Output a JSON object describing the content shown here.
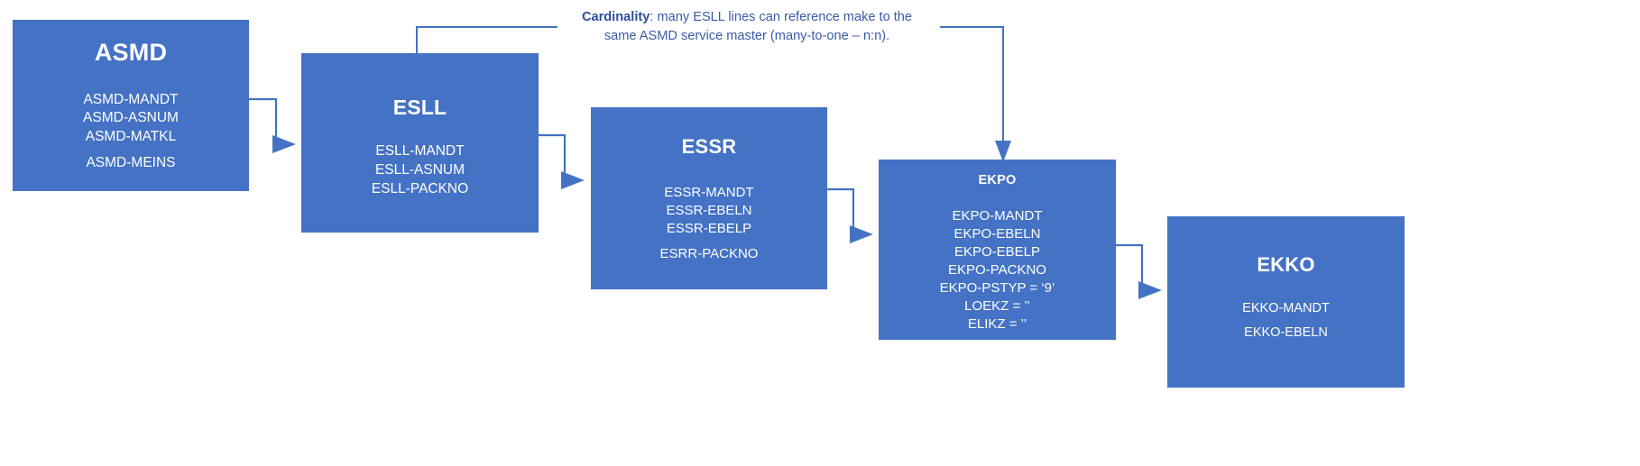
{
  "diagram": {
    "title": "SAP service-entry sheet table relationship flow",
    "accent_color": "#4472C4",
    "note_color": "#3A5BA8",
    "note": {
      "label": "Cardinality",
      "separator": ":",
      "line1": " many ESLL lines can reference make to the",
      "line2": "same ASMD service master (many-to-one – n:n)."
    },
    "nodes": [
      {
        "id": "asmd",
        "title": "ASMD",
        "fields": [
          "ASMD-MANDT",
          "ASMD-ASNUM",
          "ASMD-MATKL",
          "ASMD-MEINS"
        ],
        "gap_before_index": 3
      },
      {
        "id": "esll",
        "title": "ESLL",
        "fields": [
          "ESLL-MANDT",
          "ESLL-ASNUM",
          "ESLL-PACKNO"
        ],
        "gap_before_index": -1
      },
      {
        "id": "essr",
        "title": "ESSR",
        "fields": [
          "ESSR-MANDT",
          "ESSR-EBELN",
          "ESSR-EBELP",
          "ESRR-PACKNO"
        ],
        "gap_before_index": 3
      },
      {
        "id": "ekpo",
        "title": "EKPO",
        "fields": [
          "EKPO-MANDT",
          "EKPO-EBELN",
          "EKPO-EBELP",
          "EKPO-PACKNO",
          "EKPO-PSTYP = ‘9’",
          "LOEKZ = ’’",
          "ELIKZ = ’’"
        ],
        "gap_before_index": -1
      },
      {
        "id": "ekko",
        "title": "EKKO",
        "fields": [
          "EKKO-MANDT",
          "EKKO-EBELN"
        ],
        "gap_before_index": 1
      }
    ],
    "connectors": [
      {
        "id": "asmd-esll",
        "from": "ASMD",
        "to": "ESLL"
      },
      {
        "id": "esll-essr",
        "from": "ESLL",
        "to": "ESSR"
      },
      {
        "id": "essr-ekpo",
        "from": "ESSR",
        "to": "EKPO"
      },
      {
        "id": "ekpo-ekko",
        "from": "EKPO",
        "to": "EKKO"
      },
      {
        "id": "note-ekpo",
        "from": "Cardinality note",
        "to": "EKPO"
      },
      {
        "id": "note-esll",
        "from": "Cardinality note",
        "to": "ESLL"
      }
    ]
  }
}
